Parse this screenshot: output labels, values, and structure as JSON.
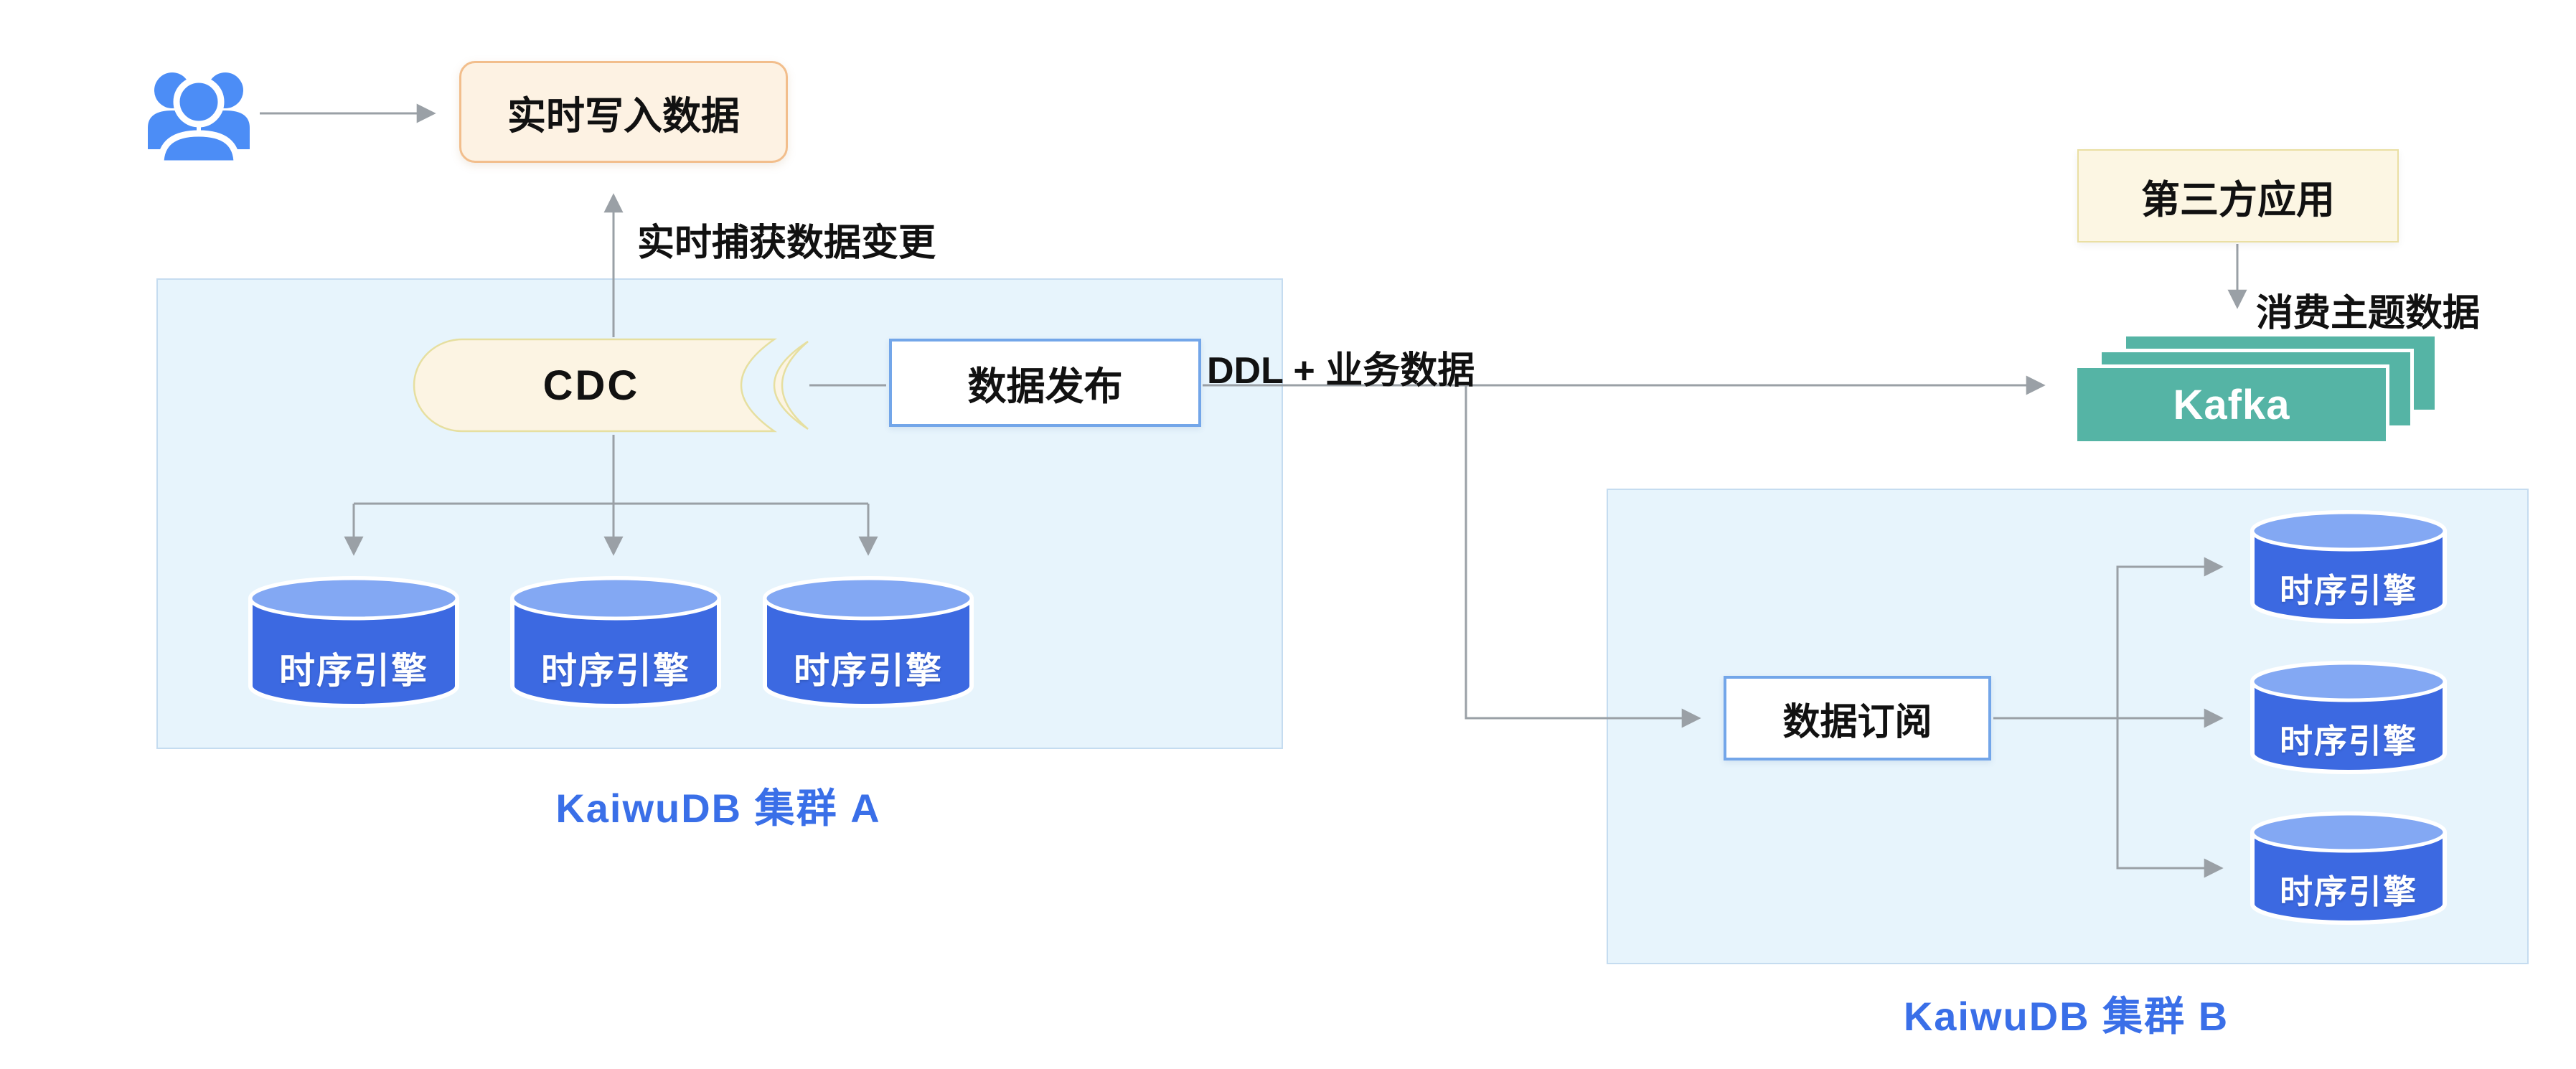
{
  "colors": {
    "cluster_fill": "#E7F4FC",
    "cluster_border": "#C5DCF0",
    "cream_fill": "#FCF4E3",
    "cream_border_orange": "#F2BE8C",
    "cream_border_yellow": "#EADFA3",
    "blue_box_border": "#73A6E9",
    "cylinder_body": "#3C69E1",
    "cylinder_cap": "#83A8F3",
    "kafka_green": "#55B4A5",
    "arrow_gray": "#9AA0A6",
    "label_blue": "#3A6FE8",
    "text_black": "#1A1A1A",
    "users_icon_blue": "#4C8DF6"
  },
  "nodes": {
    "users": {
      "icon": "users-group-icon"
    },
    "realtime_write": {
      "label": "实时写入数据"
    },
    "cdc": {
      "label": "CDC"
    },
    "data_publish": {
      "label": "数据发布"
    },
    "third_party": {
      "label": "第三方应用"
    },
    "kafka": {
      "label": "Kafka"
    },
    "data_subscribe": {
      "label": "数据订阅"
    }
  },
  "edges": {
    "capture_label": "实时捕获数据变更",
    "ddl_label": "DDL + 业务数据",
    "consume_label": "消费主题数据"
  },
  "cluster_a": {
    "label": "KaiwuDB 集群 A",
    "engines": [
      {
        "label": "时序引擎"
      },
      {
        "label": "时序引擎"
      },
      {
        "label": "时序引擎"
      }
    ]
  },
  "cluster_b": {
    "label": "KaiwuDB 集群 B",
    "engines": [
      {
        "label": "时序引擎"
      },
      {
        "label": "时序引擎"
      },
      {
        "label": "时序引擎"
      }
    ]
  }
}
